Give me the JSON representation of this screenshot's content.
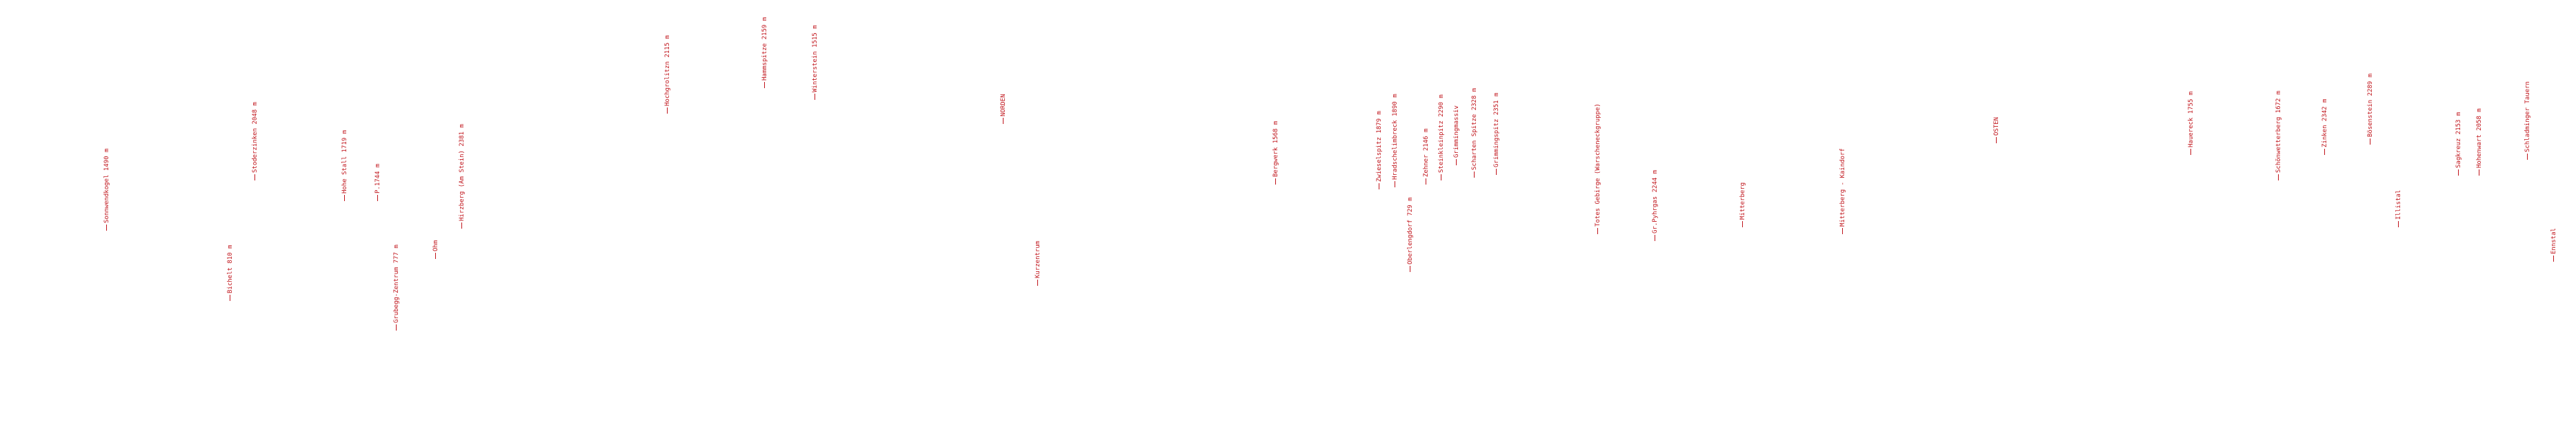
{
  "labels": [
    "Sonnwendkogel 1490 m",
    "Bichelt 810 m",
    "Stoderzinken 2048 m",
    "Hohe Stall 1719 m",
    "Grubegg-Zentrum 777 m",
    "P.1744 m",
    "Ohm",
    "Hirzberg (Am Stein) 2381 m",
    "Hochgrolitzn 2115 m",
    "Hammspitze 2159 m",
    "Winterstein 1515 m",
    "NORDEN",
    "Kurzentrum",
    "Bergwerk 1568 m",
    "Zwieselspitz 1879 m",
    "Hradschelimbreck 1890 m",
    "Oberlengdorf 729 m",
    "Zehner 2146 m",
    "Steinkleinpitz 2290 m",
    "Grimmingmassiv",
    "Scharten Spitze 2328 m",
    "Grimmingspitz 2351 m",
    "Totes Gebirge (Warscheneckgruppe)",
    "Gr.Pyhrgas 2244 m",
    "Mitterberg",
    "Mitterberg - Kaindorf",
    "OSTEN",
    "Hauereck 1755 m",
    "Schönwetterberg 1672 m",
    "Zinken 2342 m",
    "Bösenstein 2289 m",
    "Illistal",
    "Sagkreuz 2153 m",
    "Hohenwart 2058 m",
    "Schladminger Tauern",
    "Ennstal"
  ]
}
